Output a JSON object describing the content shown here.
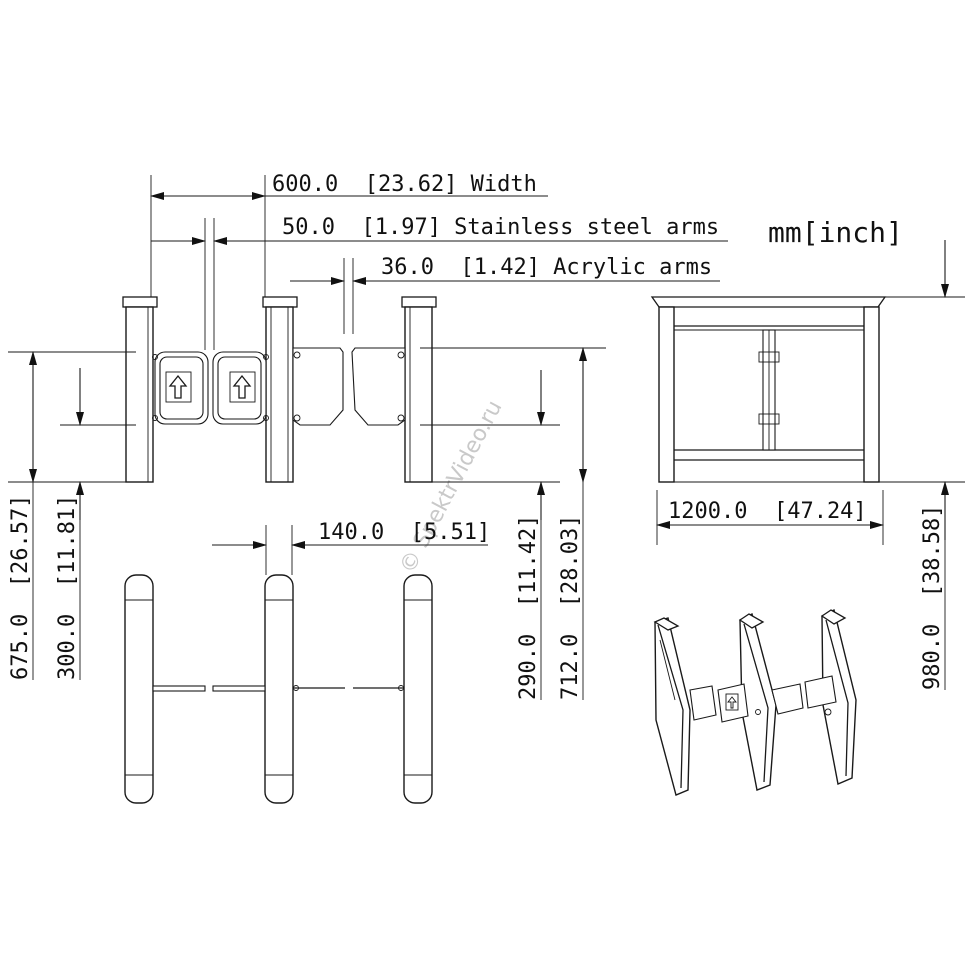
{
  "units_label": "mm[inch]",
  "watermark": "© SpektrVideo.ru",
  "dimensions": {
    "width": "600.0  [23.62] Width",
    "stainless_arms": "50.0  [1.97] Stainless steel arms",
    "acrylic_arms": "36.0  [1.42] Acrylic arms",
    "depth": "1200.0  [47.24]",
    "post_gap": "140.0  [5.51]",
    "arm_height": "675.0  [26.57]",
    "arm_lower": "300.0  [11.81]",
    "acrylic_lower": "290.0  [11.42]",
    "acrylic_height": "712.0  [28.03]",
    "total_height": "980.0  [38.58]"
  }
}
